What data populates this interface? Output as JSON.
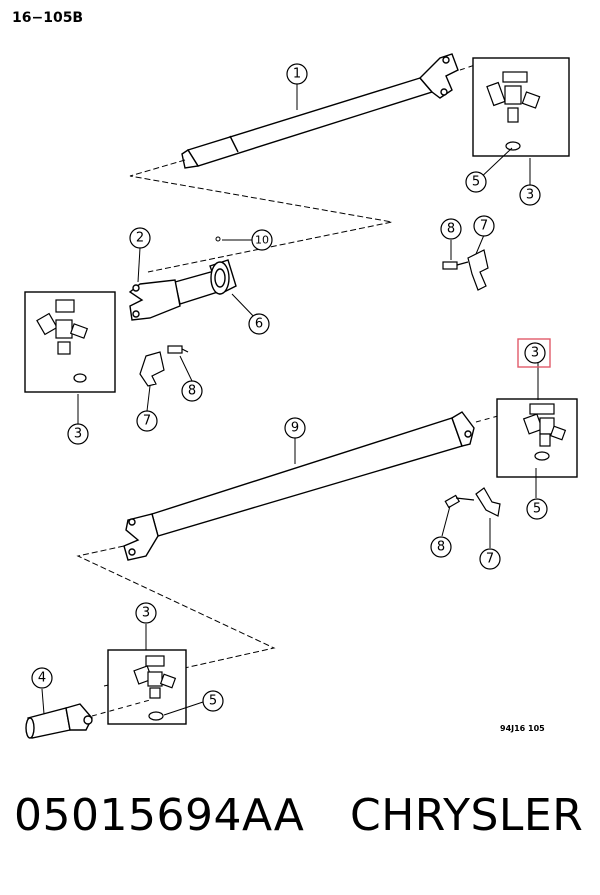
{
  "page_code": "16−105B",
  "figure_code": "94J16  105",
  "callouts": [
    {
      "id": "c1",
      "label": "1"
    },
    {
      "id": "c2",
      "label": "2"
    },
    {
      "id": "c10",
      "label": "10"
    },
    {
      "id": "c8a",
      "label": "8"
    },
    {
      "id": "c7a",
      "label": "7"
    },
    {
      "id": "c6",
      "label": "6"
    },
    {
      "id": "c5a",
      "label": "5"
    },
    {
      "id": "c3a",
      "label": "3"
    },
    {
      "id": "c3b",
      "label": "3"
    },
    {
      "id": "c7b",
      "label": "7"
    },
    {
      "id": "c8b",
      "label": "8"
    },
    {
      "id": "c3c",
      "label": "3",
      "highlighted": true
    },
    {
      "id": "c9",
      "label": "9"
    },
    {
      "id": "c5b",
      "label": "5"
    },
    {
      "id": "c8c",
      "label": "8"
    },
    {
      "id": "c7c",
      "label": "7"
    },
    {
      "id": "c3d",
      "label": "3"
    },
    {
      "id": "c4",
      "label": "4"
    },
    {
      "id": "c5c",
      "label": "5"
    }
  ],
  "highlight_color": "#e05a6a",
  "footer": {
    "part_number": "05015694AA",
    "brand": "CHRYSLER"
  }
}
